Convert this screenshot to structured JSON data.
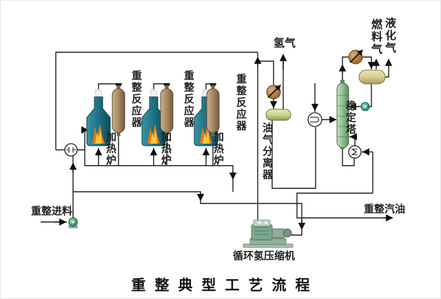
{
  "diagram": {
    "title": "重整典型工艺流程",
    "streams": {
      "feed": "重整进料",
      "hydrogen": "氢气",
      "fuel_gas": "燃料气",
      "lpg": "液化气",
      "gasoline": "重整汽油"
    },
    "equipment": {
      "furnace": "加热炉",
      "reactor": "重整反应器",
      "separator": "油气分离器",
      "stabilizer": "稳定塔",
      "compressor": "循环氢压缩机"
    },
    "colors": {
      "pipe": "#1a1a1a",
      "furnace_teal": "#1f7487",
      "reactor_tan": "#a98a64",
      "column_green": "#8fbe8f",
      "separator_yellow_green": "#ccd492",
      "reflux_drum_khaki": "#d6cd96",
      "cooler_brown": "#b4763c",
      "pump_green": "#2e9e5b",
      "flame_orange": "#e07b17"
    }
  }
}
